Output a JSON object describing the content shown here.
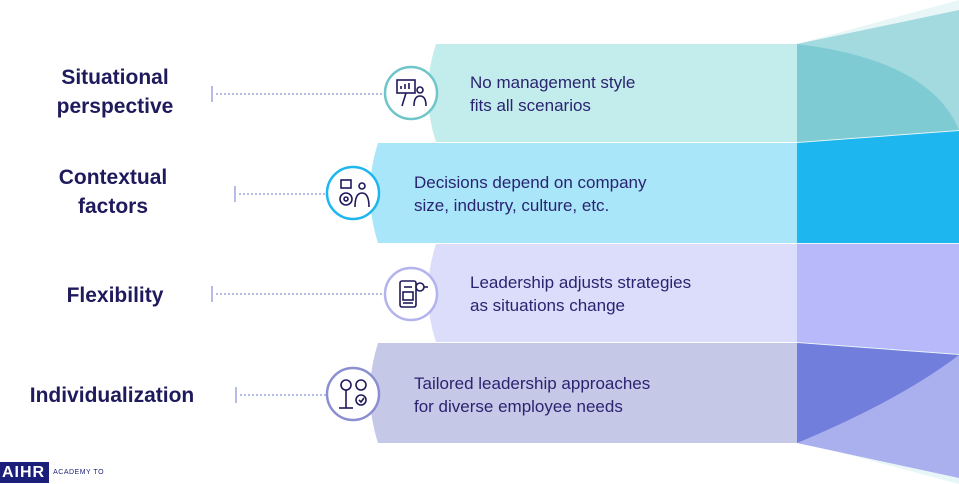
{
  "rows": [
    {
      "label_lines": [
        "Situational",
        "perspective"
      ],
      "text_lines": [
        "No management style",
        "fits all scenarios"
      ],
      "icon": "presentation-icon",
      "band_color": "#c3ecec",
      "cap_color": "#a3dadf",
      "ring_color": "#6fc6c9"
    },
    {
      "label_lines": [
        "Contextual",
        "factors"
      ],
      "text_lines": [
        "Decisions depend on company",
        "size, industry, culture, etc."
      ],
      "icon": "business-strategy-icon",
      "band_color": "#a9e6fa",
      "cap_color": "#1db6ee",
      "ring_color": "#1db6ee"
    },
    {
      "label_lines": [
        "Flexibility"
      ],
      "text_lines": [
        "Leadership adjusts strategies",
        "as situations change"
      ],
      "icon": "adaptive-planning-icon",
      "band_color": "#dcdcfb",
      "cap_color": "#b8b9fb",
      "ring_color": "#b3b3ee"
    },
    {
      "label_lines": [
        "Individualization"
      ],
      "text_lines": [
        "Tailored leadership approaches",
        "for diverse employee needs"
      ],
      "icon": "personal-growth-icon",
      "band_color": "#c6c8e8",
      "cap_color": "#7c83db",
      "ring_color": "#8b8fd0"
    }
  ],
  "logo": {
    "mark": "AIHR",
    "tagline": "ACADEMY TO"
  }
}
